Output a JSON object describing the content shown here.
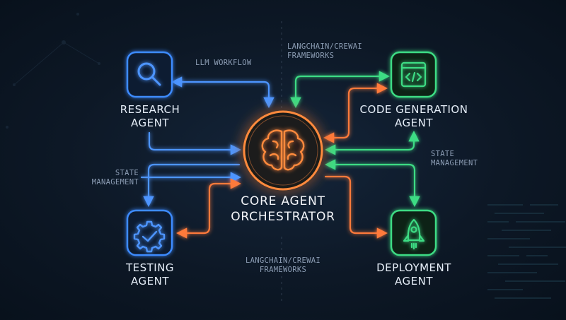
{
  "core": {
    "line1": "CORE AGENT",
    "line2": "ORCHESTRATOR",
    "icon": "brain-icon",
    "color": "#ff8a3d"
  },
  "agents": {
    "research": {
      "line1": "RESEARCH",
      "line2": "AGENT",
      "icon": "magnifier-icon",
      "color": "#3d8bff"
    },
    "code": {
      "line1": "CODE GENERATION",
      "line2": "AGENT",
      "icon": "code-window-icon",
      "color": "#3ddc84"
    },
    "testing": {
      "line1": "TESTING",
      "line2": "AGENT",
      "icon": "gear-check-icon",
      "color": "#3d8bff"
    },
    "deployment": {
      "line1": "DEPLOYMENT",
      "line2": "AGENT",
      "icon": "rocket-icon",
      "color": "#3ddc84"
    }
  },
  "annotations": {
    "llm_workflow": "LLM WORKFLOW",
    "frameworks_top_1": "LANGCHAIN/CREWAI",
    "frameworks_top_2": "FRAMEWORKS",
    "state_right_1": "STATE",
    "state_right_2": "MANAGEMENT",
    "state_left_1": "STATE",
    "state_left_2": "MANAGEMENT",
    "frameworks_bottom_1": "LANGCHAIN/CREWAI",
    "frameworks_bottom_2": "FRAMEWORKS"
  },
  "colors": {
    "blue": "#3d8bff",
    "green": "#3ddc84",
    "orange": "#ff7a3a",
    "background": "#0d1826"
  }
}
